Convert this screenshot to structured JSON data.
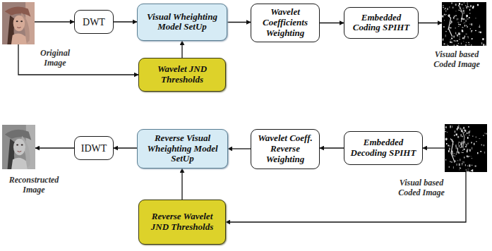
{
  "diagram": {
    "nodes": [
      {
        "text": [
          "Original Image"
        ]
      },
      {
        "text": [
          "DWT"
        ]
      },
      {
        "text": [
          "Visual Wheighting Model SetUp"
        ]
      },
      {
        "text": [
          "Wavelet Coefficients Weighting"
        ]
      },
      {
        "text": [
          "Embedded Coding SPIHT"
        ]
      },
      {
        "text": [
          "Visual based Coded Image"
        ]
      },
      {
        "text": [
          "Wavelet JND Thresholds"
        ]
      },
      {
        "text": [
          "Reconstructed Image"
        ]
      },
      {
        "text": [
          "IDWT"
        ]
      },
      {
        "text": [
          "Reverse Visual Wheighting Model SetUp"
        ]
      },
      {
        "text": [
          "Wavelet Coeff. Reverse Weighting"
        ]
      },
      {
        "text": [
          "Embedded Decoding SPIHT"
        ]
      },
      {
        "text": [
          "Visual based Coded Image"
        ]
      },
      {
        "text": [
          "Reverse Wavelet JND Thresholds"
        ]
      }
    ],
    "edges": [
      {
        "from": 0,
        "to": 1,
        "arrow": "to"
      },
      {
        "from": 1,
        "to": 2,
        "arrow": "to"
      },
      {
        "from": 2,
        "to": 3,
        "arrow": "to"
      },
      {
        "from": 3,
        "to": 4,
        "arrow": "to"
      },
      {
        "from": 4,
        "to": 5,
        "arrow": "to"
      },
      {
        "from": 0,
        "to": 6,
        "arrow": "to"
      },
      {
        "from": 6,
        "to": 2,
        "arrow": "to"
      },
      {
        "from": 12,
        "to": 11,
        "arrow": "to"
      },
      {
        "from": 11,
        "to": 10,
        "arrow": "to"
      },
      {
        "from": 10,
        "to": 9,
        "arrow": "to"
      },
      {
        "from": 9,
        "to": 8,
        "arrow": "to"
      },
      {
        "from": 8,
        "to": 7,
        "arrow": "to"
      },
      {
        "from": 12,
        "to": 13,
        "arrow": "to"
      },
      {
        "from": 13,
        "to": 9,
        "arrow": "to"
      }
    ]
  }
}
